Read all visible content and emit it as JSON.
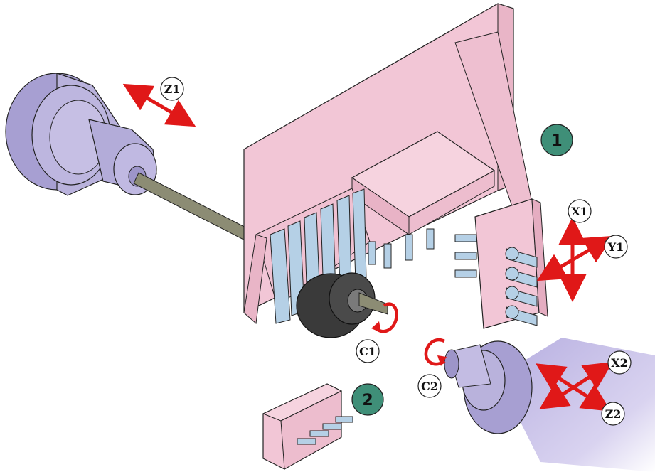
{
  "labels": {
    "z1": "Z1",
    "x1": "X1",
    "y1": "Y1",
    "c1": "C1",
    "c2": "C2",
    "x2": "X2",
    "z2": "Z2"
  },
  "markers": {
    "one": "1",
    "two": "2"
  },
  "colors": {
    "frame_pink": "#f2c6d6",
    "spindle_violet": "#b9b2dc",
    "bar_olive": "#8c8c74",
    "tool_blue": "#b5d0e6",
    "arrow_red": "#e01818",
    "marker_teal": "#3f8f78",
    "chuck_dark": "#3a3a3a"
  }
}
